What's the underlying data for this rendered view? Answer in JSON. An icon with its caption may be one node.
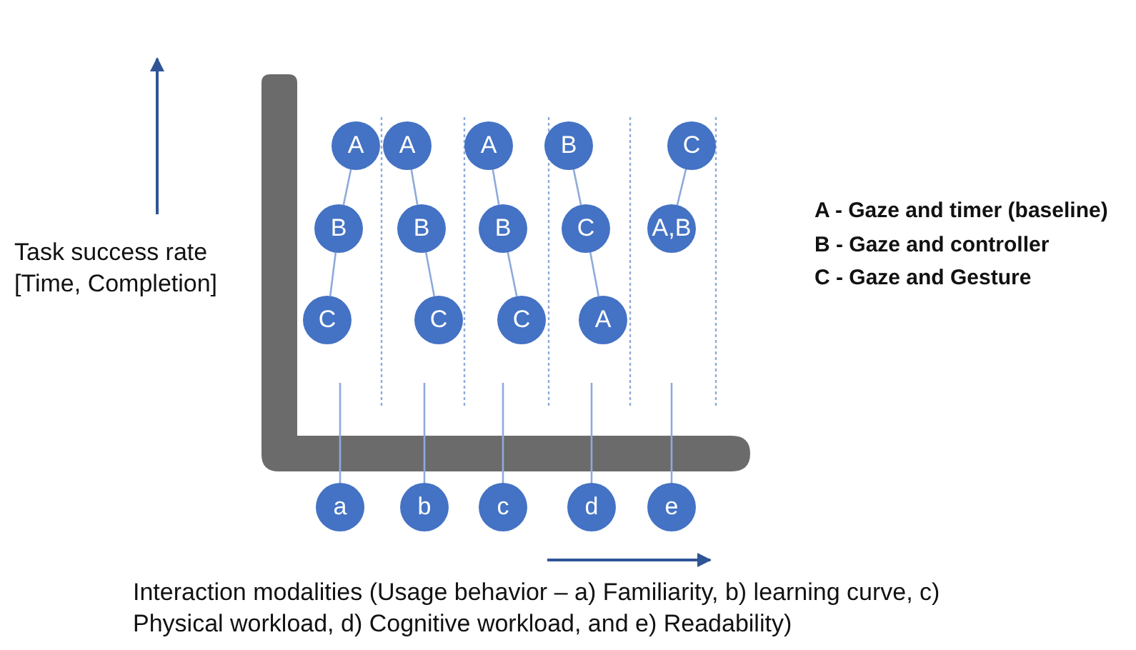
{
  "diagram": {
    "caption": "Interaction modalities (Usage behavior – a) Familiarity, b) learning curve, c) Physical workload, d) Cognitive workload, and e) Readability)",
    "nodes": [
      {
        "text": [
          "A"
        ]
      },
      {
        "text": [
          "B"
        ]
      },
      {
        "text": [
          "C"
        ]
      },
      {
        "text": [
          "A"
        ]
      },
      {
        "text": [
          "B"
        ]
      },
      {
        "text": [
          "C"
        ]
      },
      {
        "text": [
          "A"
        ]
      },
      {
        "text": [
          "B"
        ]
      },
      {
        "text": [
          "C"
        ]
      },
      {
        "text": [
          "B"
        ]
      },
      {
        "text": [
          "C"
        ]
      },
      {
        "text": [
          "A"
        ]
      },
      {
        "text": [
          "C"
        ]
      },
      {
        "text": [
          "A,B"
        ]
      },
      {
        "text": [
          "a"
        ]
      },
      {
        "text": [
          "b"
        ]
      },
      {
        "text": [
          "c"
        ]
      },
      {
        "text": [
          "d"
        ]
      },
      {
        "text": [
          "e"
        ]
      }
    ],
    "edges": [
      {
        "from": 0,
        "to": 1,
        "arrow": "none"
      },
      {
        "from": 1,
        "to": 2,
        "arrow": "none"
      },
      {
        "from": 3,
        "to": 4,
        "arrow": "none"
      },
      {
        "from": 4,
        "to": 5,
        "arrow": "none"
      },
      {
        "from": 6,
        "to": 7,
        "arrow": "none"
      },
      {
        "from": 7,
        "to": 8,
        "arrow": "none"
      },
      {
        "from": 9,
        "to": 10,
        "arrow": "none"
      },
      {
        "from": 10,
        "to": 11,
        "arrow": "none"
      },
      {
        "from": 12,
        "to": 13,
        "arrow": "none"
      },
      {
        "from": 14,
        "to": null,
        "arrow": "none"
      },
      {
        "from": 15,
        "to": null,
        "arrow": "none"
      },
      {
        "from": 16,
        "to": null,
        "arrow": "none"
      },
      {
        "from": 17,
        "to": null,
        "arrow": "none"
      },
      {
        "from": 18,
        "to": null,
        "arrow": "none"
      }
    ],
    "labels": [
      "Task success rate [Time, Completion]",
      "A - Gaze and timer (baseline)",
      "B - Gaze and controller",
      "C - Gaze and Gesture"
    ]
  }
}
